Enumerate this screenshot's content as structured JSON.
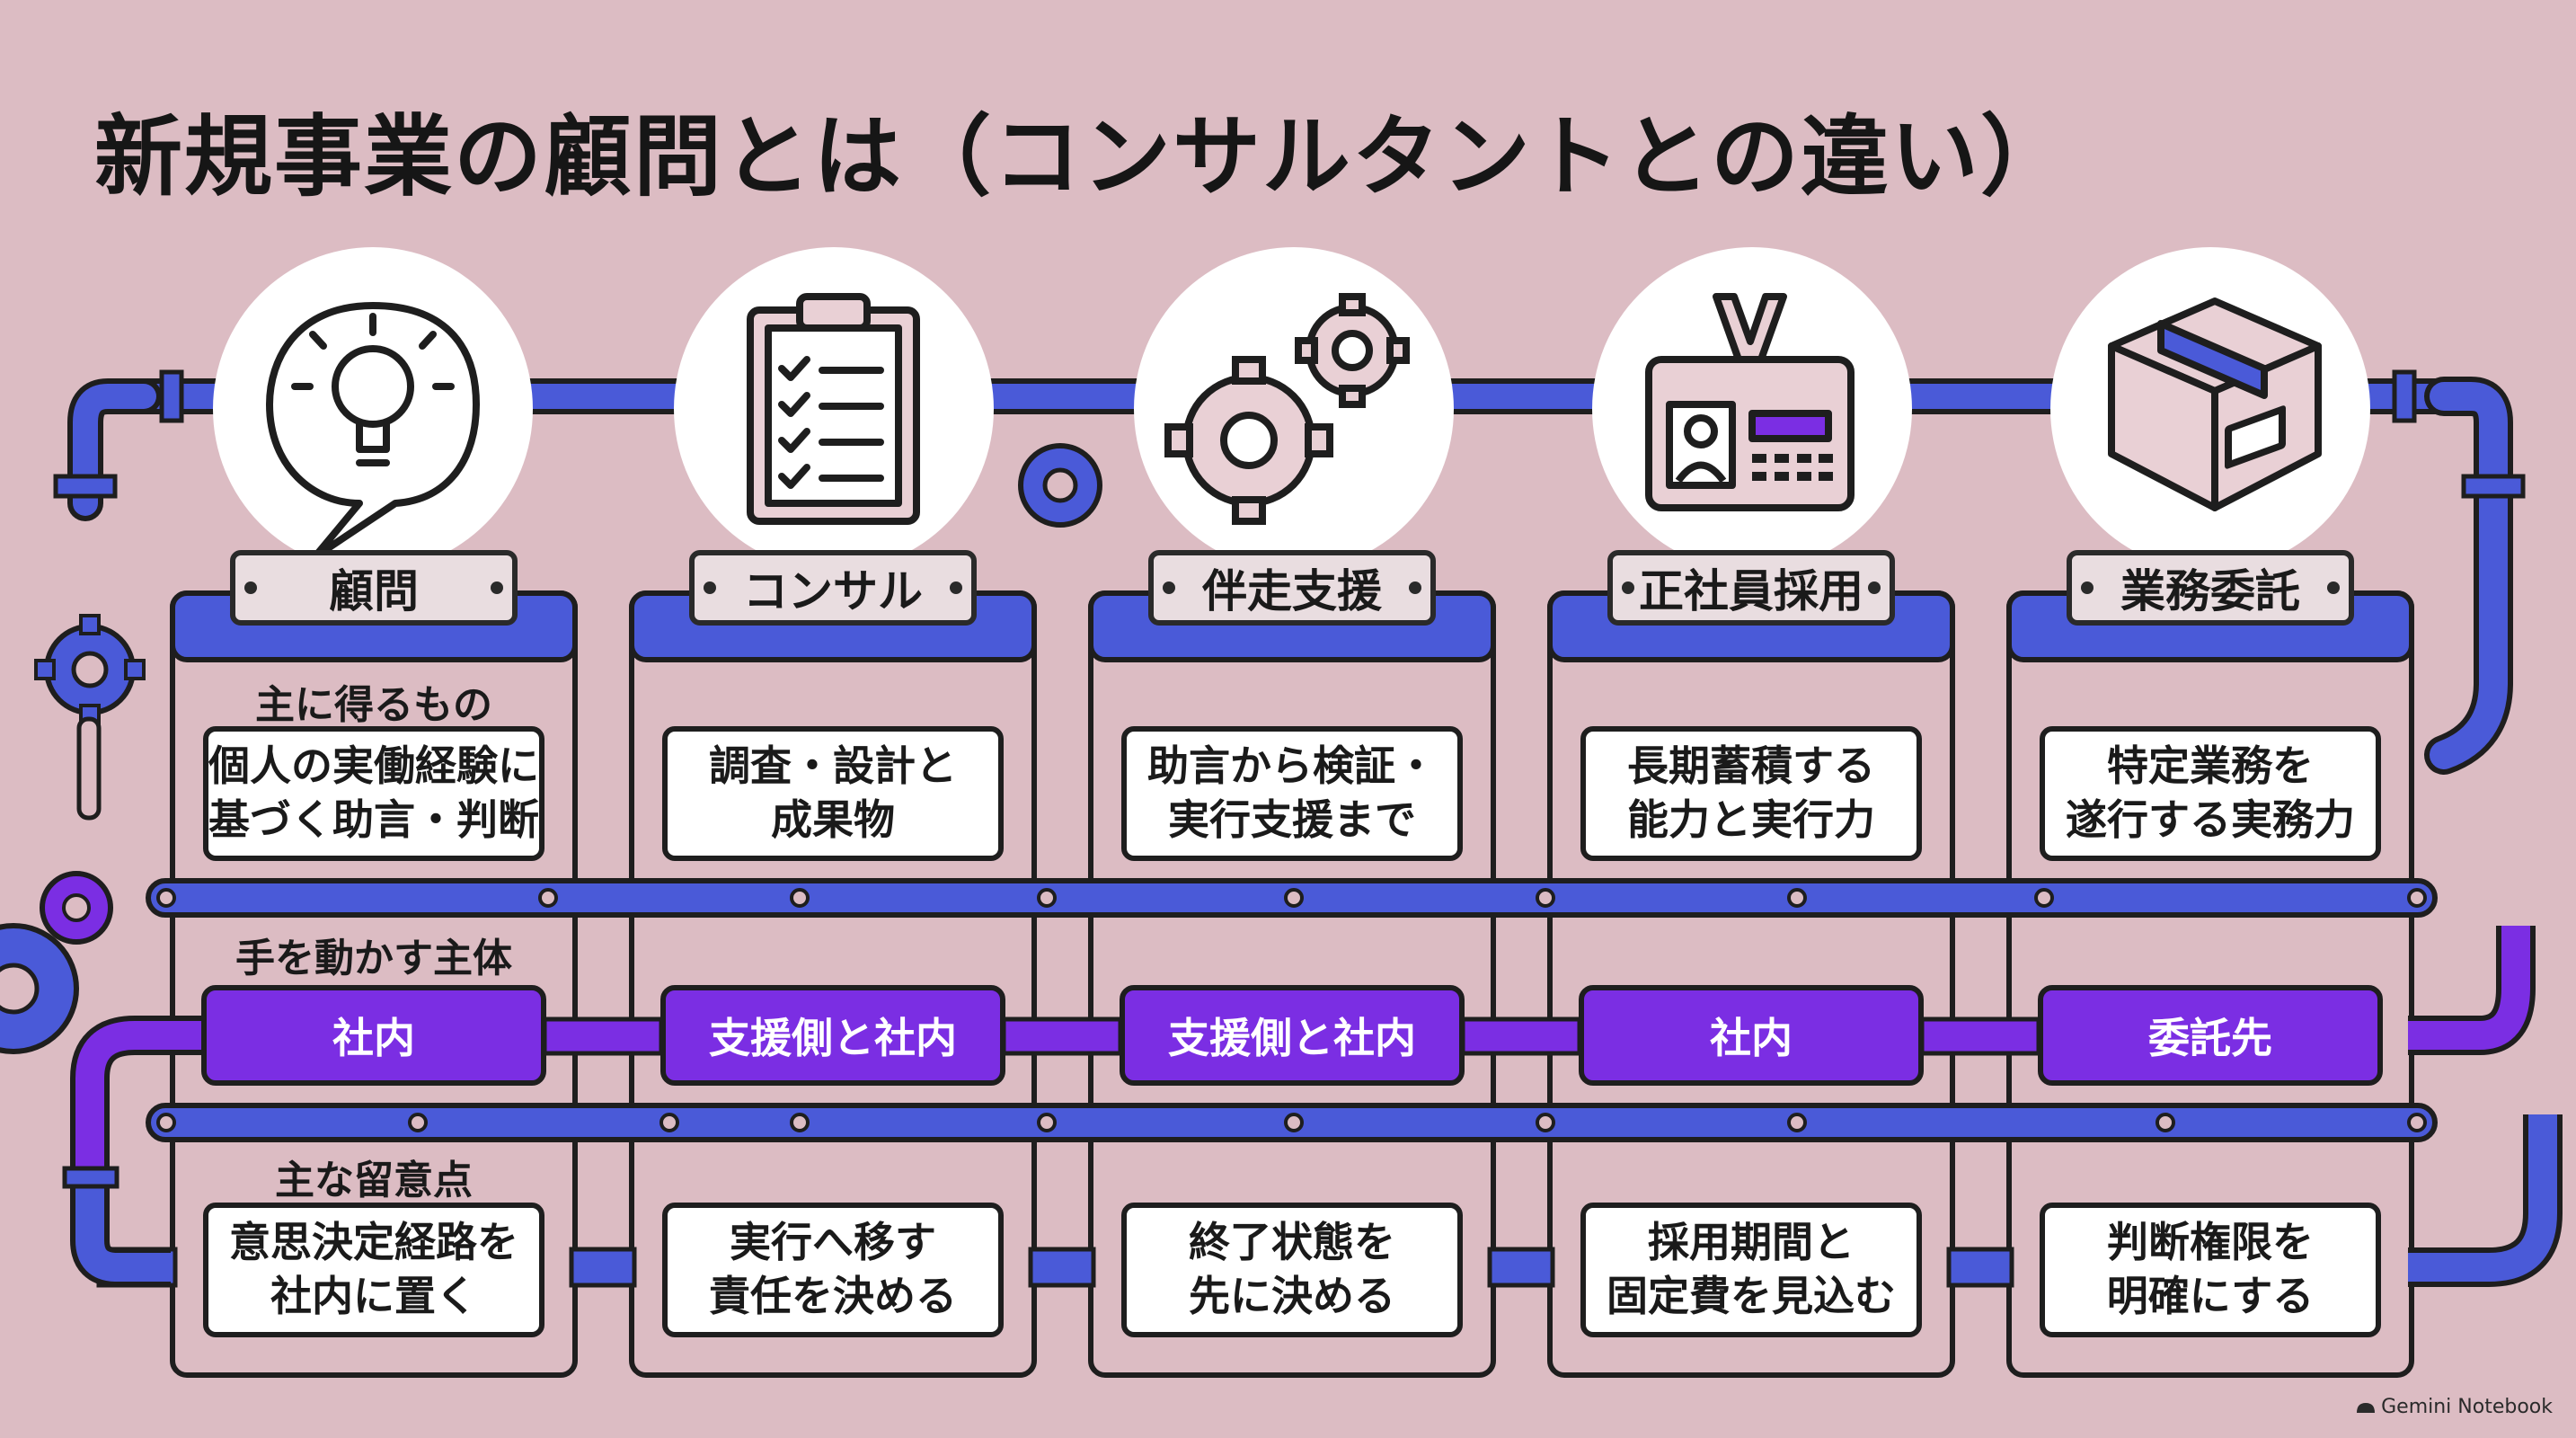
{
  "title": "新規事業の顧問とは（コンサルタントとの違い）",
  "row_labels": {
    "gain": "主に得るもの",
    "actor": "手を動かす主体",
    "caution": "主な留意点"
  },
  "columns": [
    {
      "header": "顧問",
      "icon": "lightbulb-speech-bubble-icon",
      "gain": "個人の実働経験に\n基づく助言・判断",
      "actor": "社内",
      "caution": "意思決定経路を\n社内に置く"
    },
    {
      "header": "コンサル",
      "icon": "clipboard-checklist-icon",
      "gain": "調査・設計と\n成果物",
      "actor": "支援側と社内",
      "caution": "実行へ移す\n責任を決める"
    },
    {
      "header": "伴走支援",
      "icon": "gears-icon",
      "gain": "助言から検証・\n実行支援まで",
      "actor": "支援側と社内",
      "caution": "終了状態を\n先に決める"
    },
    {
      "header": "正社員採用",
      "icon": "employee-id-card-icon",
      "gain": "長期蓄積する\n能力と実行力",
      "actor": "社内",
      "caution": "採用期間と\n固定費を見込む"
    },
    {
      "header": "業務委託",
      "icon": "package-box-icon",
      "gain": "特定業務を\n遂行する実務力",
      "actor": "委託先",
      "caution": "判断権限を\n明確にする"
    }
  ],
  "watermark": "Gemini Notebook",
  "colors": {
    "background": "#dcbcc3",
    "pipe_blue": "#4a5ad8",
    "accent_purple": "#7b2ee3",
    "outline": "#1e1e1e"
  }
}
